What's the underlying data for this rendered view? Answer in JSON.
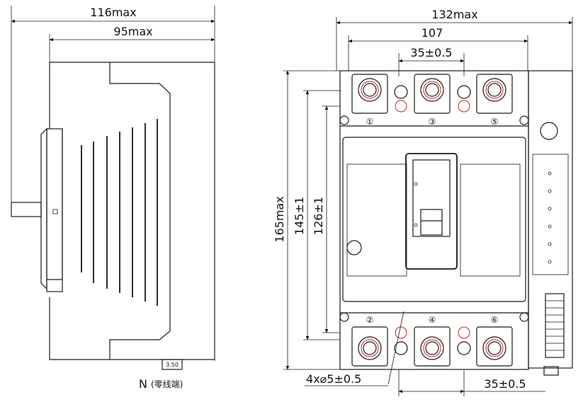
{
  "side_view": {
    "dim_overall": "116max",
    "dim_inner": "95max",
    "terminal_box": "3.50",
    "neutral_label": "N",
    "neutral_note": "(零线端)"
  },
  "front_view": {
    "dim_width_overall": "132max",
    "dim_width_body": "107",
    "dim_pole_pitch_top": "35±0.5",
    "dim_height_overall": "165max",
    "dim_height_mount": "145±1",
    "dim_height_inner": "126±1",
    "dim_holes": "4x⌀5±0.5",
    "dim_pole_pitch_bottom": "35±0.5",
    "terminal_labels_top": [
      "①",
      "③",
      "⑤"
    ],
    "terminal_labels_bottom": [
      "②",
      "④",
      "⑥"
    ]
  }
}
